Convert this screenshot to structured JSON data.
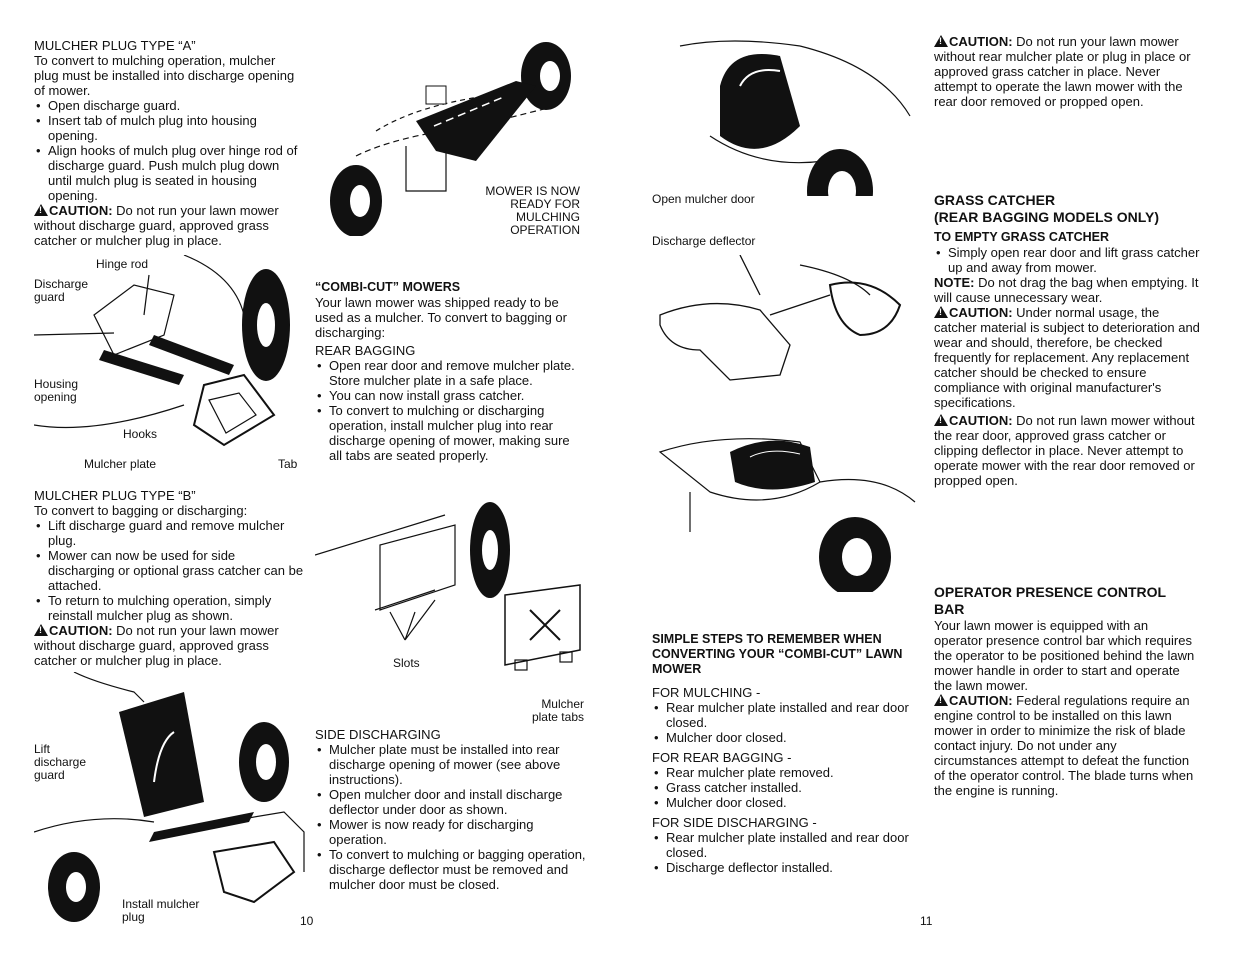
{
  "left": {
    "plugA": {
      "title": "MULCHER PLUG TYPE “A”",
      "intro": "To convert to mulching operation, mulcher plug must be installed into discharge opening of mower.",
      "bullets": [
        "Open discharge guard.",
        "Insert tab of mulch plug into housing opening.",
        "Align hooks of mulch plug over hinge rod of discharge guard. Push mulch plug down until mulch plug is seated in housing opening."
      ],
      "caution_label": "CAUTION:",
      "caution": "Do not run your lawn mower without discharge guard, approved grass catcher or mulcher plug in place."
    },
    "fig1_caption": "MOWER IS NOW READY FOR MULCHING OPERATION",
    "fig2_labels": {
      "hinge_rod": "Hinge rod",
      "discharge_guard": "Discharge guard",
      "housing_opening": "Housing opening",
      "hooks": "Hooks",
      "mulcher_plate": "Mulcher plate",
      "tab": "Tab"
    },
    "plugB": {
      "title": "MULCHER PLUG TYPE “B”",
      "intro": "To convert to bagging or discharging:",
      "bullets": [
        "Lift discharge guard and remove mulcher plug.",
        "Mower can now be used for side discharging or optional grass catcher can be attached.",
        "To return to mulching operation, simply reinstall mulcher plug as shown."
      ],
      "caution_label": "CAUTION:",
      "caution": "Do not run your lawn mower without discharge guard, approved grass catcher or mulcher plug in place."
    },
    "fig3_labels": {
      "lift": "Lift discharge guard",
      "install": "Install mulcher plug"
    },
    "combi": {
      "title": "“COMBI-CUT” MOWERS",
      "intro": "Your lawn mower was shipped ready to be used as a mulcher. To convert to bagging or discharging:",
      "rear_title": "REAR BAGGING",
      "rear_bullets": [
        "Open rear door and remove mulcher plate. Store mulcher plate in a safe place.",
        "You can now install grass catcher.",
        "To convert to mulching or discharging operation, install mulcher plug into rear discharge opening of mower, making sure all tabs are seated properly."
      ]
    },
    "fig4_labels": {
      "slots": "Slots",
      "tabs": "Mulcher plate tabs"
    },
    "side": {
      "title": "SIDE DISCHARGING",
      "bullets": [
        "Mulcher plate must be installed into rear discharge opening of mower (see above instructions).",
        "Open mulcher door and install discharge deflector under door as shown.",
        "Mower is now ready for discharging operation.",
        "To convert to mulching or bagging operation, discharge deflector must be removed and mulcher door must be closed."
      ]
    },
    "page_number": "10"
  },
  "right": {
    "fig5_label": "Open mulcher door",
    "fig6_label": "Discharge deflector",
    "steps": {
      "title": "SIMPLE STEPS TO REMEMBER WHEN CONVERTING YOUR “COMBI-CUT” LAWN MOWER",
      "mulch_title": "FOR MULCHING -",
      "mulch_bullets": [
        "Rear mulcher plate installed and rear door closed.",
        "Mulcher door closed."
      ],
      "rear_title": "FOR REAR BAGGING -",
      "rear_bullets": [
        "Rear mulcher plate removed.",
        "Grass catcher installed.",
        "Mulcher door closed."
      ],
      "side_title": "FOR SIDE DISCHARGING -",
      "side_bullets": [
        "Rear mulcher plate installed and rear door closed.",
        "Discharge deflector installed."
      ]
    },
    "caution_top_label": "CAUTION:",
    "caution_top": "Do not run your lawn mower without rear mulcher plate or plug in place or approved grass catcher in place. Never attempt to operate the lawn mower with the rear door removed or propped open.",
    "grass": {
      "title1": "GRASS CATCHER",
      "title2": "(REAR BAGGING MODELS ONLY)",
      "sub": "TO EMPTY GRASS CATCHER",
      "bullets": [
        "Simply open rear door and lift grass catcher up and away from mower."
      ],
      "note_label": "NOTE:",
      "note": "Do not drag the bag when emptying. It will cause unnecessary wear.",
      "caution1_label": "CAUTION:",
      "caution1": "Under normal usage, the catcher material is subject to deterioration and wear and should, therefore, be checked frequently for replacement. Any replacement catcher should be checked to ensure compliance with original manufacturer's specifications.",
      "caution2_label": "CAUTION:",
      "caution2": "Do not run lawn mower without the rear door, approved grass catcher or clipping deflector in place. Never attempt to operate mower with the rear door removed or propped open."
    },
    "opc": {
      "title": "OPERATOR PRESENCE CONTROL BAR",
      "body": "Your lawn mower is equipped with an operator presence control bar which requires the operator to be positioned behind the lawn mower handle in order to start and operate the lawn mower.",
      "caution_label": "CAUTION:",
      "caution": "Federal regulations require an engine control to be installed on this lawn mower in order to minimize the risk of blade contact injury. Do not under any circumstances attempt to defeat the function of the operator control. The blade turns when the engine is running."
    },
    "page_number": "11"
  }
}
